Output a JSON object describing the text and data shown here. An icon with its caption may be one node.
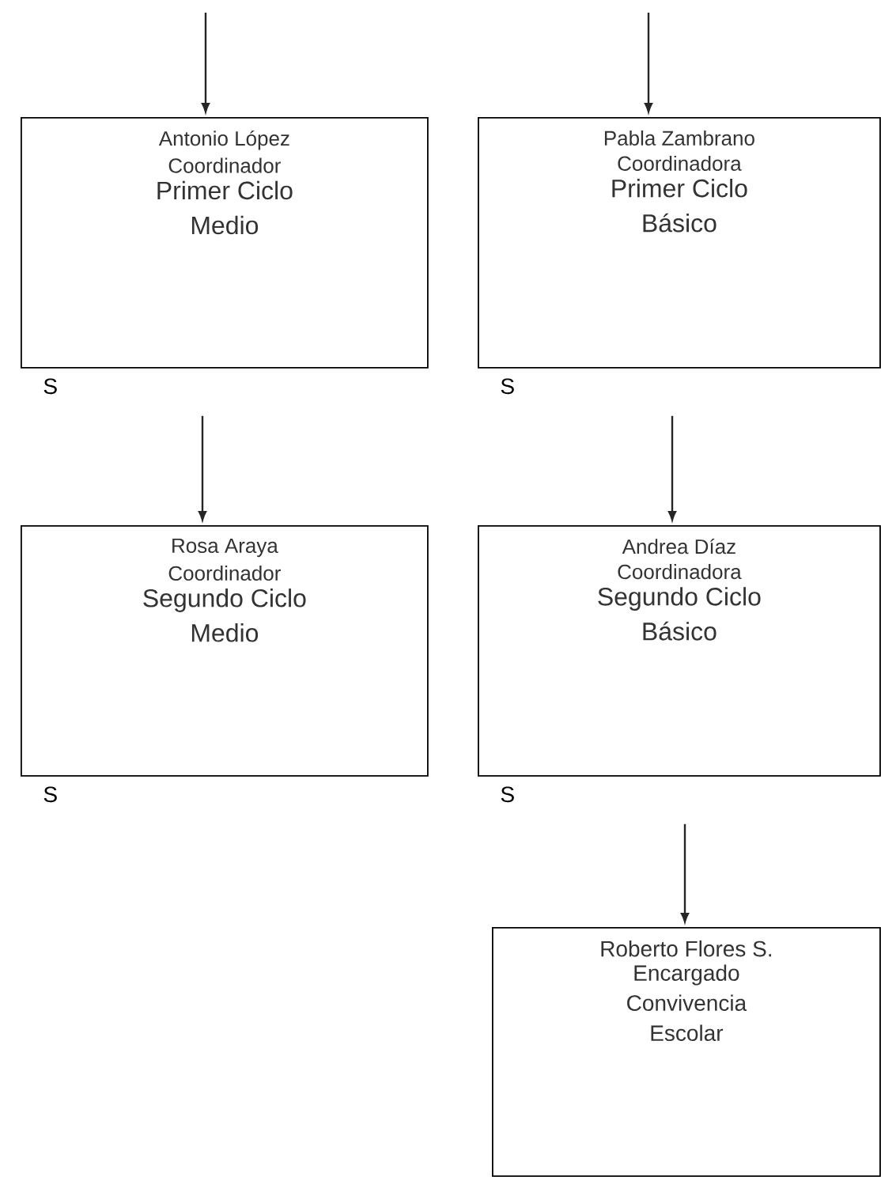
{
  "diagram": {
    "nodes": [
      {
        "text": [
          "Antonio López",
          "Coordinador",
          "Primer Ciclo Medio"
        ],
        "beside": [
          "S"
        ]
      },
      {
        "text": [
          "Pabla Zambrano",
          "Coordinadora",
          "Primer Ciclo Básico"
        ],
        "beside": [
          "S"
        ]
      },
      {
        "text": [
          "Rosa Araya",
          "Coordinador",
          "Segundo Ciclo Medio"
        ],
        "beside": [
          "S"
        ]
      },
      {
        "text": [
          "Andrea Díaz",
          "Coordinadora",
          "Segundo Ciclo Básico"
        ],
        "beside": [
          "S"
        ]
      },
      {
        "text": [
          "Roberto Flores S.",
          "Encargado Convivencia Escolar"
        ]
      }
    ],
    "edges": [
      {
        "from": null,
        "to": 0,
        "arrow": "to"
      },
      {
        "from": null,
        "to": 1,
        "arrow": "to"
      },
      {
        "from": 0,
        "to": 2,
        "arrow": "to"
      },
      {
        "from": 1,
        "to": 3,
        "arrow": "to"
      },
      {
        "from": 3,
        "to": 4,
        "arrow": "to"
      }
    ]
  }
}
